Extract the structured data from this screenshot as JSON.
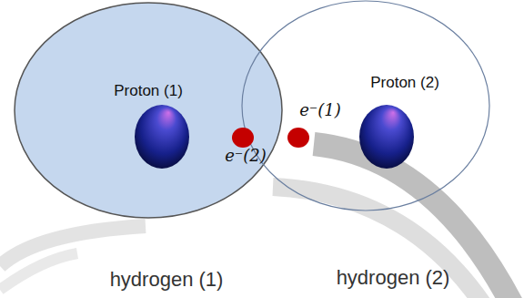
{
  "diagram": {
    "nodes": [
      {
        "text": [
          "Proton (1)",
          "hydrogen (1)"
        ]
      },
      {
        "text": [
          "Proton (2)",
          "hydrogen (2)"
        ]
      }
    ],
    "labels": [
      "e⁻(1)",
      "e⁻(2)"
    ]
  }
}
